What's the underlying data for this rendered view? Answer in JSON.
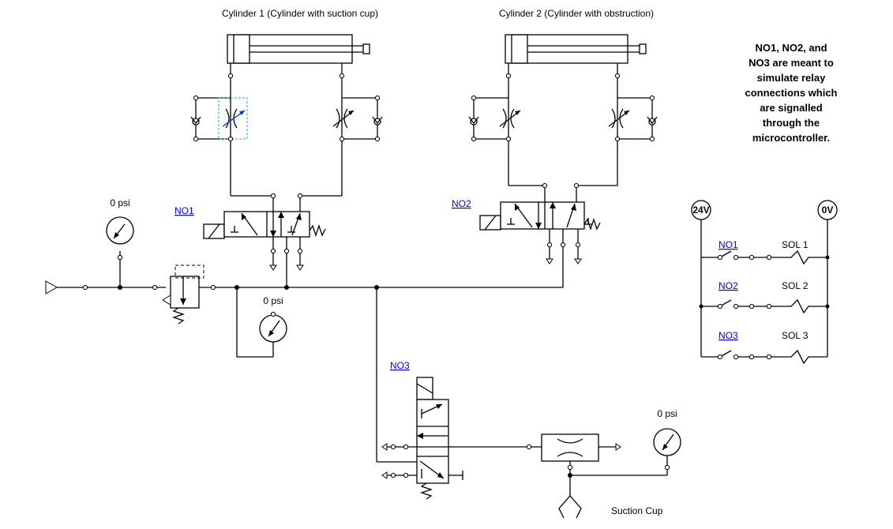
{
  "labels": {
    "cyl1": "Cylinder 1 (Cylinder with suction cup)",
    "cyl2": "Cylinder 2 (Cylinder with obstruction)",
    "suction_cup": "Suction Cup"
  },
  "note": [
    "NO1, NO2, and",
    "NO3 are meant to",
    "simulate relay",
    "connections which",
    "are signalled",
    "through the",
    "microcontroller."
  ],
  "gauges": {
    "g1": "0 psi",
    "g2": "0 psi",
    "g3": "0 psi"
  },
  "valves": {
    "no1": "NO1",
    "no2": "NO2",
    "no3": "NO3"
  },
  "relay": {
    "v24": "24V",
    "v0": "0V",
    "rows": [
      {
        "contact": "NO1",
        "coil": "SOL 1"
      },
      {
        "contact": "NO2",
        "coil": "SOL 2"
      },
      {
        "contact": "NO3",
        "coil": "SOL 3"
      }
    ]
  }
}
